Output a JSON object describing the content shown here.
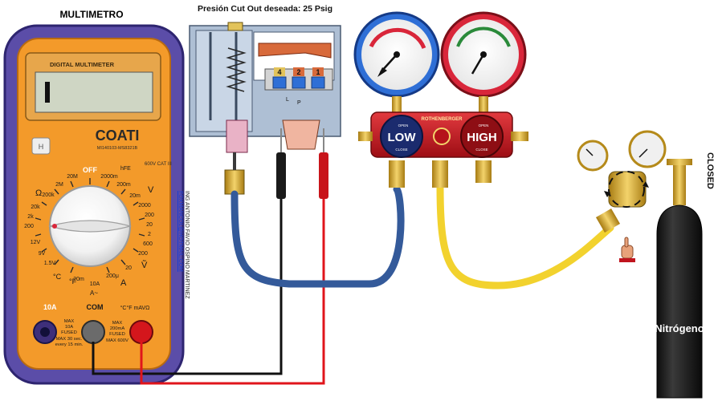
{
  "multimeter": {
    "title": "MULTIMETRO",
    "lcd_brand": "DIGITAL MULTIMETER",
    "brand": "COATI",
    "model": "MI140103-MS8321B",
    "hold_key": "H",
    "cat_rating": "600V CAT III",
    "off_label": "OFF",
    "dial_labels": [
      "20M",
      "2M",
      "200k",
      "20k",
      "2k",
      "200",
      "2000m",
      "200m",
      "20m",
      "2000",
      "200",
      "20",
      "2",
      "600",
      "200",
      "20",
      "200μ",
      "20m",
      "10A",
      "12V",
      "1.5V",
      "9V"
    ],
    "symbols": {
      "ohm": "Ω",
      "hfe": "hFE",
      "v_dc": "V",
      "v_ac": "Ṽ",
      "a_dc": "A",
      "a_ac": "A~",
      "degc": "°C",
      "degf": "°F"
    },
    "ports": {
      "a10": "10A",
      "com": "COM",
      "vohm": "°C°F mAVΩ",
      "warn_10a": [
        "MAX",
        "10A",
        "FUSED",
        "MAX 30 sec.",
        "every 15 min."
      ],
      "warn_ma": [
        "MAX",
        "200mA",
        "FUSED",
        "MAX 600V"
      ]
    }
  },
  "credit": {
    "author": "ING ANTONIO FAVIO OSPINO MARTINEZ",
    "email": "FOXMANCOL@HOTMAIL.COM"
  },
  "pressure_switch": {
    "caption": "Presión Cut Out deseada: 25 Psig",
    "terminals": [
      "4",
      "2",
      "1"
    ],
    "contacts": [
      "L",
      "P"
    ]
  },
  "manifold": {
    "brand": "ROTHENBERGER",
    "low_label": "LOW",
    "high_label": "HIGH",
    "open_label": "OPEN",
    "close_label": "CLOSE"
  },
  "cylinder": {
    "gas": "Nitrógeno",
    "valve_state": "CLOSED"
  },
  "colors": {
    "meter_body": "#5b4da8",
    "meter_face": "#f39a2a",
    "low_gauge": "#2f6fd6",
    "high_gauge": "#d9263a",
    "manifold": "#c0141e",
    "hose_blue": "#345a9a",
    "hose_yellow": "#f2d22e",
    "wire_black": "#111111",
    "wire_red": "#e0151b",
    "cylinder": "#1d1d1d"
  }
}
